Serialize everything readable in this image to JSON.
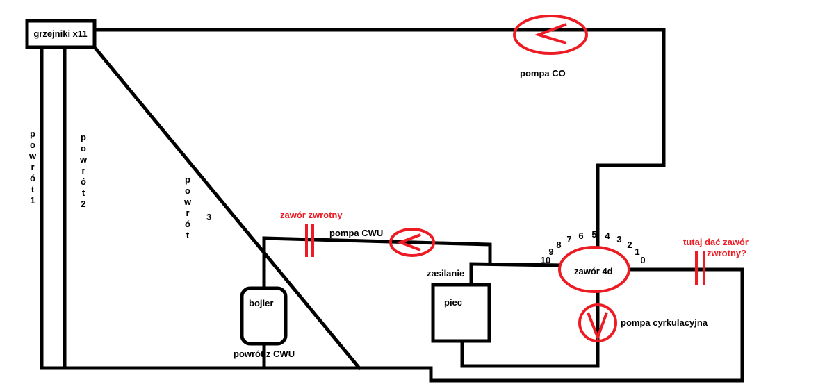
{
  "labels": {
    "radiators": "grzejniki x11",
    "pump_co": "pompa CO",
    "return1": [
      "p",
      "o",
      "w",
      "r",
      "ó",
      "t",
      "1"
    ],
    "return2": [
      "p",
      "o",
      "w",
      "r",
      "ó",
      "t",
      "2"
    ],
    "return3": [
      "p",
      "o",
      "w",
      "r",
      "ó",
      "t"
    ],
    "return3_num": "3",
    "check_valve": "zawór zwrotny",
    "pump_cwu": "pompa CWU",
    "boiler": "bojler",
    "cwu_return": "powrót z CWU",
    "supply": "zasilanie",
    "furnace": "piec",
    "valve": "zawór  4d",
    "valve_scale": [
      "10",
      "9",
      "8",
      "7",
      "6",
      "5",
      "4",
      "3",
      "2",
      "1",
      "0"
    ],
    "question_line1": "tutaj dać zawór",
    "question_line2": "zwrotny?",
    "circ_pump": "pompa cyrkulacyjna"
  },
  "colors": {
    "pipe": "#000000",
    "annotation": "#ed1c24"
  }
}
